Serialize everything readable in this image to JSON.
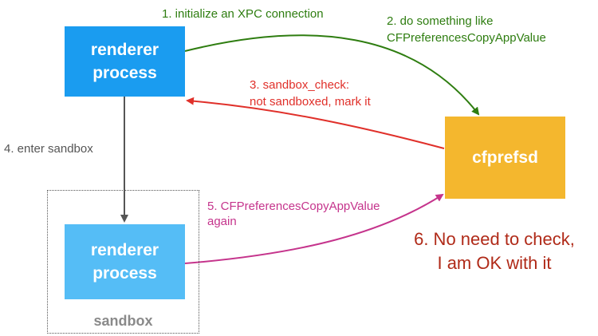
{
  "nodes": {
    "renderer_top": "renderer\nprocess",
    "renderer_bottom": "renderer\nprocess",
    "cfprefsd": "cfprefsd"
  },
  "labels": {
    "step1": "1. initialize an XPC connection",
    "step2": "2. do something like\nCFPreferencesCopyAppValue",
    "step3": "3. sandbox_check:\nnot sandboxed, mark it",
    "step4": "4. enter sandbox",
    "step5": "5. CFPreferencesCopyAppValue\nagain",
    "step6": "6. No need to check,\nI am OK with it"
  },
  "sandbox": {
    "label": "sandbox"
  },
  "colors": {
    "renderer_active": "#1a9cf0",
    "renderer_sandboxed": "#55bdf6",
    "cfprefsd": "#f4b72e",
    "arrow_green": "#2e7d10",
    "arrow_red": "#e0302a",
    "arrow_gray": "#555555",
    "arrow_magenta": "#c5348c",
    "note_text": "#b02a18"
  }
}
